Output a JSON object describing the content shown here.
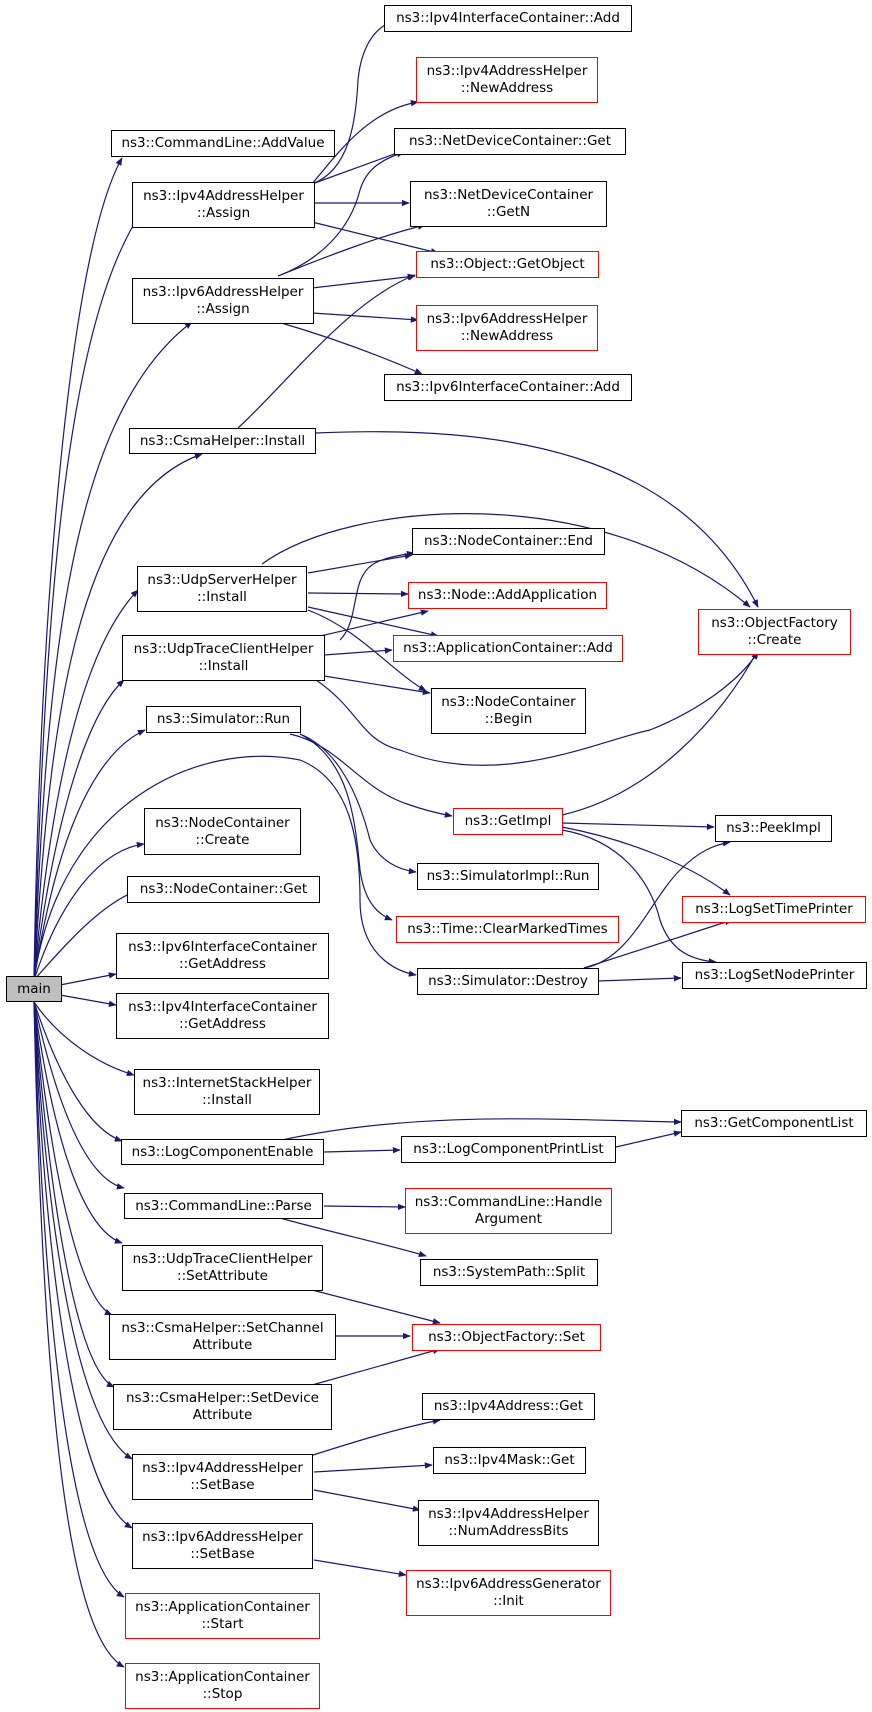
{
  "diagram": {
    "kind": "call-graph",
    "colors": {
      "edge": "#191970",
      "border_default": "#000000",
      "border_truncated": "#ff0000",
      "root_fill": "#bfbfbf"
    },
    "nodes": [
      {
        "id": "main",
        "label": "main",
        "style": "root"
      },
      {
        "id": "cl_addvalue",
        "label": "ns3::CommandLine::AddValue",
        "style": "black"
      },
      {
        "id": "ipv4ah_assign",
        "label": "ns3::Ipv4AddressHelper\n::Assign",
        "style": "black"
      },
      {
        "id": "ipv6ah_assign",
        "label": "ns3::Ipv6AddressHelper\n::Assign",
        "style": "black"
      },
      {
        "id": "csma_install",
        "label": "ns3::CsmaHelper::Install",
        "style": "black"
      },
      {
        "id": "udpserver_install",
        "label": "ns3::UdpServerHelper\n::Install",
        "style": "black"
      },
      {
        "id": "udptrace_install",
        "label": "ns3::UdpTraceClientHelper\n::Install",
        "style": "black"
      },
      {
        "id": "sim_run",
        "label": "ns3::Simulator::Run",
        "style": "black"
      },
      {
        "id": "nc_create",
        "label": "ns3::NodeContainer\n::Create",
        "style": "black"
      },
      {
        "id": "nc_get",
        "label": "ns3::NodeContainer::Get",
        "style": "black"
      },
      {
        "id": "ipv6ic_getaddr",
        "label": "ns3::Ipv6InterfaceContainer\n::GetAddress",
        "style": "black"
      },
      {
        "id": "ipv4ic_getaddr",
        "label": "ns3::Ipv4InterfaceContainer\n::GetAddress",
        "style": "black"
      },
      {
        "id": "ish_install",
        "label": "ns3::InternetStackHelper\n::Install",
        "style": "black"
      },
      {
        "id": "log_enable",
        "label": "ns3::LogComponentEnable",
        "style": "black"
      },
      {
        "id": "cl_parse",
        "label": "ns3::CommandLine::Parse",
        "style": "black"
      },
      {
        "id": "udptrace_setattr",
        "label": "ns3::UdpTraceClientHelper\n::SetAttribute",
        "style": "black"
      },
      {
        "id": "csma_setchan",
        "label": "ns3::CsmaHelper::SetChannel\nAttribute",
        "style": "black"
      },
      {
        "id": "csma_setdev",
        "label": "ns3::CsmaHelper::SetDevice\nAttribute",
        "style": "black"
      },
      {
        "id": "ipv4ah_setbase",
        "label": "ns3::Ipv4AddressHelper\n::SetBase",
        "style": "black"
      },
      {
        "id": "ipv6ah_setbase",
        "label": "ns3::Ipv6AddressHelper\n::SetBase",
        "style": "black"
      },
      {
        "id": "ac_start",
        "label": "ns3::ApplicationContainer\n::Start",
        "style": "red"
      },
      {
        "id": "ac_stop",
        "label": "ns3::ApplicationContainer\n::Stop",
        "style": "red"
      },
      {
        "id": "ipv4ic_add",
        "label": "ns3::Ipv4InterfaceContainer::Add",
        "style": "black"
      },
      {
        "id": "ipv4ah_newaddr",
        "label": "ns3::Ipv4AddressHelper\n::NewAddress",
        "style": "red"
      },
      {
        "id": "ndc_get",
        "label": "ns3::NetDeviceContainer::Get",
        "style": "black"
      },
      {
        "id": "ndc_getn",
        "label": "ns3::NetDeviceContainer\n::GetN",
        "style": "black"
      },
      {
        "id": "obj_getobject",
        "label": "ns3::Object::GetObject",
        "style": "red"
      },
      {
        "id": "ipv6ah_newaddr",
        "label": "ns3::Ipv6AddressHelper\n::NewAddress",
        "style": "red"
      },
      {
        "id": "ipv6ic_add",
        "label": "ns3::Ipv6InterfaceContainer::Add",
        "style": "black"
      },
      {
        "id": "nc_end",
        "label": "ns3::NodeContainer::End",
        "style": "black"
      },
      {
        "id": "node_addapp",
        "label": "ns3::Node::AddApplication",
        "style": "red"
      },
      {
        "id": "ac_add",
        "label": "ns3::ApplicationContainer::Add",
        "style": "red"
      },
      {
        "id": "nc_begin",
        "label": "ns3::NodeContainer\n::Begin",
        "style": "black"
      },
      {
        "id": "of_create",
        "label": "ns3::ObjectFactory\n::Create",
        "style": "red"
      },
      {
        "id": "getimpl",
        "label": "ns3::GetImpl",
        "style": "red"
      },
      {
        "id": "simimpl_run",
        "label": "ns3::SimulatorImpl::Run",
        "style": "black"
      },
      {
        "id": "time_clear",
        "label": "ns3::Time::ClearMarkedTimes",
        "style": "red"
      },
      {
        "id": "sim_destroy",
        "label": "ns3::Simulator::Destroy",
        "style": "black"
      },
      {
        "id": "peekimpl",
        "label": "ns3::PeekImpl",
        "style": "black"
      },
      {
        "id": "log_settime",
        "label": "ns3::LogSetTimePrinter",
        "style": "red"
      },
      {
        "id": "log_setnode",
        "label": "ns3::LogSetNodePrinter",
        "style": "black"
      },
      {
        "id": "get_complist",
        "label": "ns3::GetComponentList",
        "style": "black"
      },
      {
        "id": "log_printlist",
        "label": "ns3::LogComponentPrintList",
        "style": "black"
      },
      {
        "id": "cl_handlearg",
        "label": "ns3::CommandLine::Handle\nArgument",
        "style": "red"
      },
      {
        "id": "sp_split",
        "label": "ns3::SystemPath::Split",
        "style": "black"
      },
      {
        "id": "of_set",
        "label": "ns3::ObjectFactory::Set",
        "style": "red"
      },
      {
        "id": "ipv4addr_get",
        "label": "ns3::Ipv4Address::Get",
        "style": "black"
      },
      {
        "id": "ipv4mask_get",
        "label": "ns3::Ipv4Mask::Get",
        "style": "black"
      },
      {
        "id": "ipv4ah_numbits",
        "label": "ns3::Ipv4AddressHelper\n::NumAddressBits",
        "style": "black"
      },
      {
        "id": "ipv6gen_init",
        "label": "ns3::Ipv6AddressGenerator\n::Init",
        "style": "red"
      }
    ]
  }
}
